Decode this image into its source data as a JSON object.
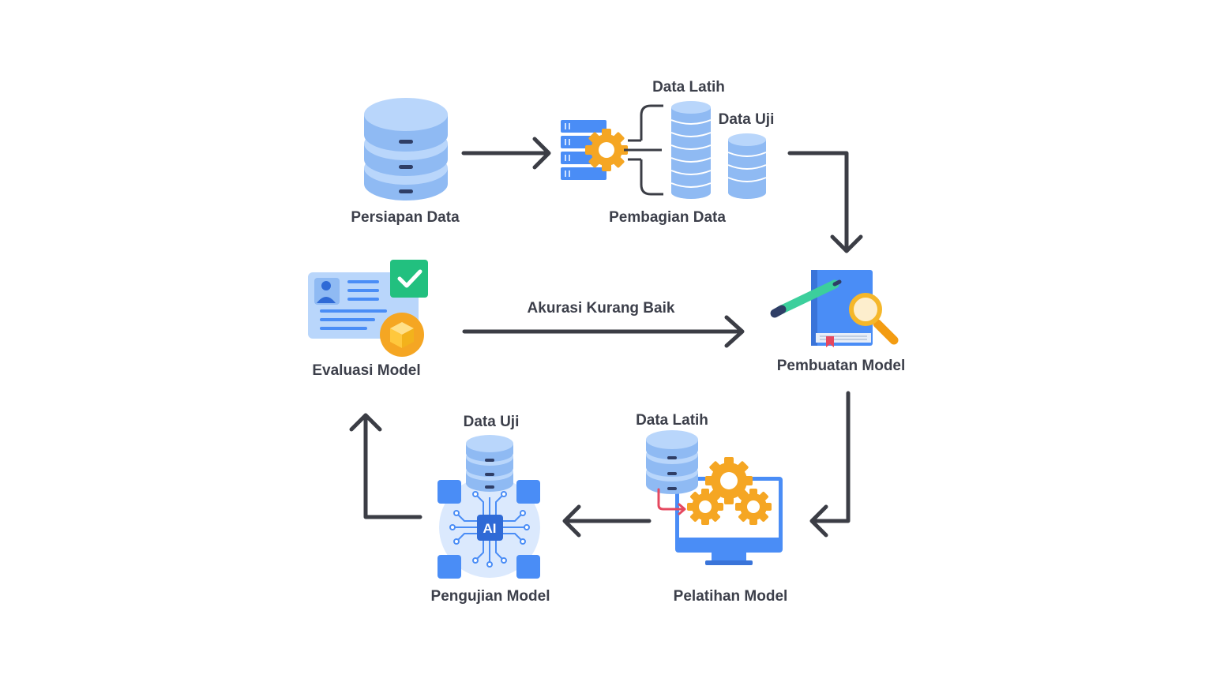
{
  "colors": {
    "db_light": "#b9d6fb",
    "db_mid": "#8fbaf3",
    "db_dark": "#2f3e66",
    "blue": "#3b82f6",
    "gear": "#f5a623",
    "green": "#22c07f",
    "arrow": "#3b3d45",
    "label": "#3c3f4a",
    "red_arrow": "#e5485f"
  },
  "steps": {
    "persiapan": {
      "label": "Persiapan Data",
      "icon": "database-icon"
    },
    "pembagian": {
      "label": "Pembagian Data",
      "icon": "server-gear-icon",
      "split_train_label": "Data Latih",
      "split_test_label": "Data Uji"
    },
    "pembuatan": {
      "label": "Pembuatan Model",
      "icon": "book-search-icon"
    },
    "pelatihan": {
      "label": "Pelatihan Model",
      "icon": "monitor-gears-icon",
      "input_label": "Data Latih"
    },
    "pengujian": {
      "label": "Pengujian Model",
      "icon": "ai-chip-icon",
      "input_label": "Data Uji"
    },
    "evaluasi": {
      "label": "Evaluasi Model",
      "icon": "id-card-check-icon"
    }
  },
  "feedback_label": "Akurasi Kurang Baik"
}
